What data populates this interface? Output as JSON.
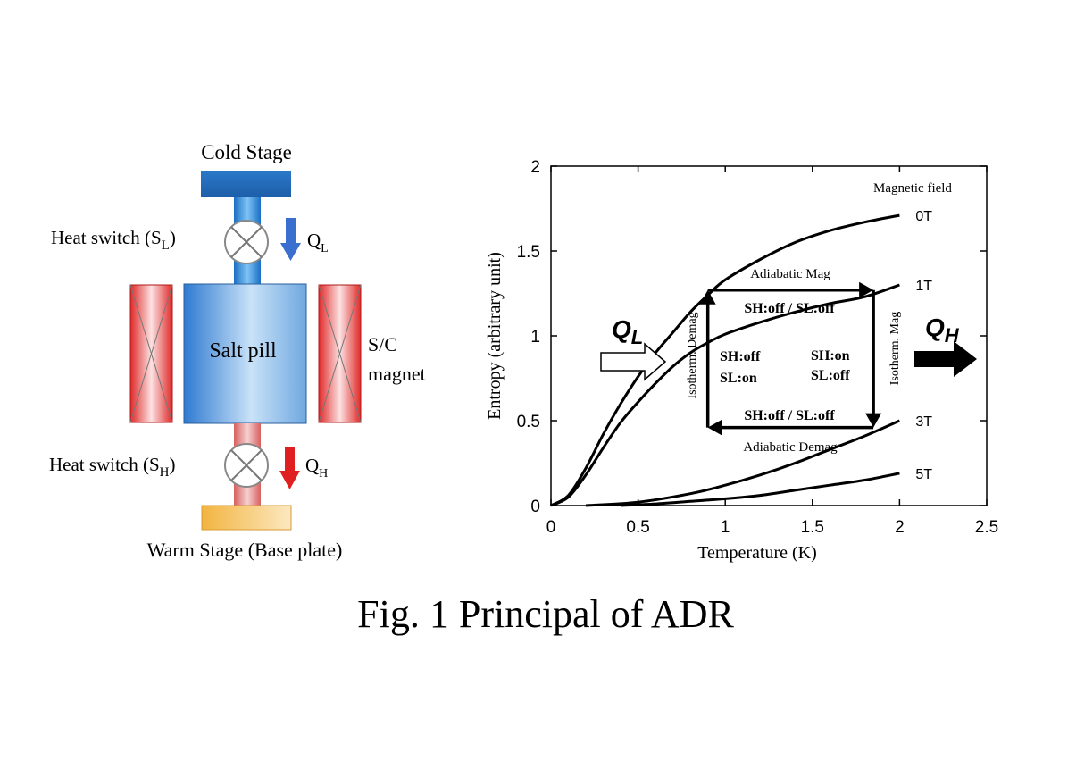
{
  "apparatus": {
    "cold_stage_label": "Cold Stage",
    "heat_switch_low_label": "Heat switch (S",
    "heat_switch_low_sub": "L",
    "heat_switch_low_close": ")",
    "heat_switch_high_label": "Heat switch (S",
    "heat_switch_high_sub": "H",
    "heat_switch_high_close": ")",
    "q_low": "Q",
    "q_low_sub": "L",
    "q_high": "Q",
    "q_high_sub": "H",
    "salt_pill_label": "Salt pill",
    "magnet_label_line1": "S/C",
    "magnet_label_line2": "magnet",
    "warm_stage_label": "Warm Stage (Base plate)",
    "colors": {
      "cold_stage": "#1f67b8",
      "cold_pipe": "#1e7fd0",
      "warm_pipe": "#e07878",
      "warm_stage": "#f5c060",
      "magnet": "#e03030",
      "arrow_low": "#3a6fd0",
      "arrow_high": "#e02020"
    }
  },
  "chart_data": {
    "type": "line",
    "xlabel": "Temperature (K)",
    "ylabel": "Entropy (arbitrary unit)",
    "xlim": [
      0,
      2.5
    ],
    "ylim": [
      0,
      2
    ],
    "xticks": [
      "0",
      "0.5",
      "1",
      "1.5",
      "2",
      "2.5"
    ],
    "yticks": [
      "0",
      "0.5",
      "1",
      "1.5",
      "2"
    ],
    "legend_title": "Magnetic field",
    "series": [
      {
        "name": "0T",
        "x": [
          0,
          0.1,
          0.2,
          0.3,
          0.4,
          0.5,
          0.6,
          0.7,
          0.8,
          0.9,
          1.0,
          1.2,
          1.4,
          1.6,
          1.8,
          2.0
        ],
        "y": [
          0,
          0.06,
          0.22,
          0.42,
          0.6,
          0.76,
          0.9,
          1.02,
          1.14,
          1.24,
          1.33,
          1.45,
          1.55,
          1.62,
          1.67,
          1.71
        ]
      },
      {
        "name": "1T",
        "x": [
          0,
          0.1,
          0.2,
          0.3,
          0.4,
          0.5,
          0.6,
          0.7,
          0.8,
          0.9,
          1.0,
          1.2,
          1.4,
          1.6,
          1.8,
          2.0
        ],
        "y": [
          0,
          0.05,
          0.18,
          0.34,
          0.49,
          0.61,
          0.72,
          0.82,
          0.9,
          0.96,
          1.01,
          1.08,
          1.14,
          1.19,
          1.23,
          1.3
        ]
      },
      {
        "name": "3T",
        "x": [
          0.2,
          0.5,
          0.8,
          1.0,
          1.2,
          1.4,
          1.6,
          1.8,
          2.0
        ],
        "y": [
          0,
          0.02,
          0.07,
          0.12,
          0.18,
          0.25,
          0.33,
          0.41,
          0.5
        ]
      },
      {
        "name": "5T",
        "x": [
          0.4,
          0.6,
          0.8,
          1.0,
          1.2,
          1.4,
          1.6,
          1.8,
          2.0
        ],
        "y": [
          0,
          0.01,
          0.025,
          0.04,
          0.06,
          0.09,
          0.12,
          0.15,
          0.19
        ]
      }
    ],
    "cycle": {
      "corners": {
        "t_low": 0.9,
        "t_high": 1.85,
        "s_low": 0.46,
        "s_high": 1.27
      },
      "top_label": "Adiabatic Mag",
      "bottom_label": "Adiabatic Demag",
      "left_label": "Isotherm. Demag",
      "right_label": "Isotherm. Mag",
      "top_state": "SH:off / SL:off",
      "bottom_state": "SH:off / SL:off",
      "left_state_line1": "SH:off",
      "left_state_line2": "SL:on",
      "right_state_line1": "SH:on",
      "right_state_line2": "SL:off"
    },
    "q_in": "Q",
    "q_in_sub": "L",
    "q_out": "Q",
    "q_out_sub": "H"
  },
  "caption": "Fig. 1 Principal of ADR"
}
